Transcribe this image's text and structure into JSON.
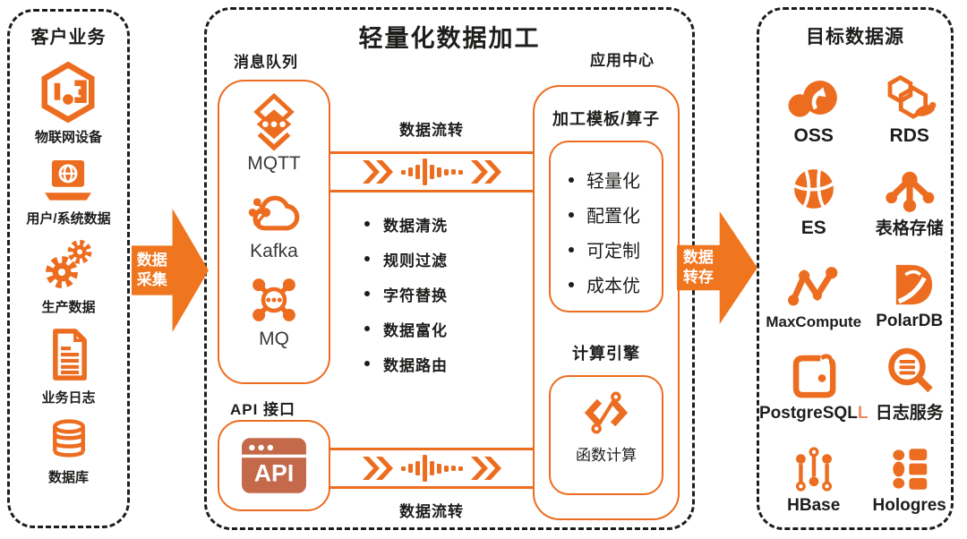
{
  "diagram": {
    "title": "轻量化数据加工",
    "source_panel": {
      "title": "客户业务",
      "items": [
        {
          "icon": "iot-device-icon",
          "label": "物联网设备"
        },
        {
          "icon": "laptop-globe-icon",
          "label": "用户/系统数据"
        },
        {
          "icon": "gears-icon",
          "label": "生产数据"
        },
        {
          "icon": "document-icon",
          "label": "业务日志"
        },
        {
          "icon": "database-icon",
          "label": "数据库"
        }
      ]
    },
    "collect_arrow": {
      "line1": "数据",
      "line2": "采集"
    },
    "processing_panel": {
      "queue_section_label": "消息队列",
      "queue_items": [
        {
          "icon": "mqtt-icon",
          "label": "MQTT"
        },
        {
          "icon": "kafka-icon",
          "label": "Kafka"
        },
        {
          "icon": "mq-icon",
          "label": "MQ"
        }
      ],
      "flow_top_label": "数据流转",
      "process_steps": [
        "数据清洗",
        "规则过滤",
        "字符替换",
        "数据富化",
        "数据路由"
      ],
      "app_center_label": "应用中心",
      "template_box": {
        "title": "加工模板/算子",
        "items": [
          "轻量化",
          "配置化",
          "可定制",
          "成本优"
        ]
      },
      "engine_section": {
        "title": "计算引擎",
        "label": "函数计算"
      },
      "api_section_label": "API 接口",
      "api_icon_text": "API",
      "flow_bottom_label": "数据流转"
    },
    "transfer_arrow": {
      "line1": "数据",
      "line2": "转存"
    },
    "target_panel": {
      "title": "目标数据源",
      "items": [
        {
          "icon": "oss-icon",
          "label": "OSS"
        },
        {
          "icon": "rds-icon",
          "label": "RDS"
        },
        {
          "icon": "es-icon",
          "label": "ES"
        },
        {
          "icon": "tablestore-icon",
          "label": "表格存储"
        },
        {
          "icon": "maxcompute-icon",
          "label": "MaxCompute"
        },
        {
          "icon": "polardb-icon",
          "label": "PolarDB"
        },
        {
          "icon": "postgresql-icon",
          "label": "PostgreSQL",
          "artifact": "L"
        },
        {
          "icon": "log-service-icon",
          "label": "日志服务"
        },
        {
          "icon": "hbase-icon",
          "label": "HBase"
        },
        {
          "icon": "hologres-icon",
          "label": "Hologres"
        }
      ]
    },
    "colors": {
      "orange": "#EC6D20",
      "arrow_orange": "#F0751F",
      "terracotta": "#C4694A",
      "ink": "#1D1D1B"
    }
  }
}
